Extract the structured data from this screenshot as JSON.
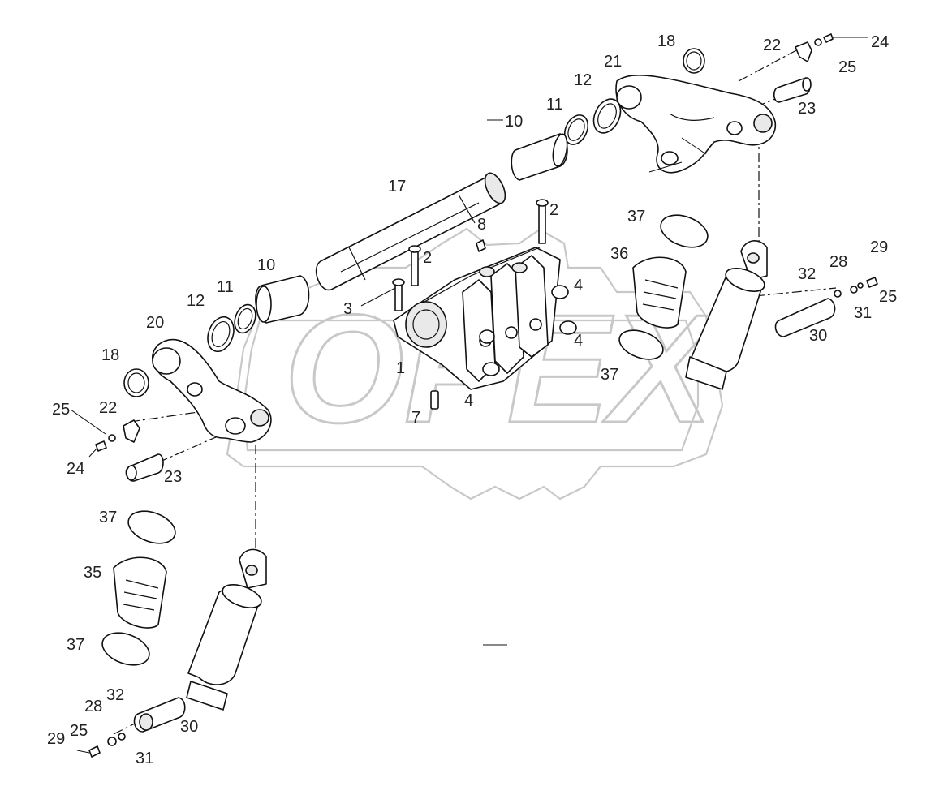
{
  "watermark": {
    "text": "OPEX"
  },
  "callouts": [
    {
      "id": "c-18-top",
      "text": "18"
    },
    {
      "id": "c-22-top",
      "text": "22"
    },
    {
      "id": "c-24-top",
      "text": "24"
    },
    {
      "id": "c-25-top",
      "text": "25"
    },
    {
      "id": "c-21",
      "text": "21"
    },
    {
      "id": "c-12-top",
      "text": "12"
    },
    {
      "id": "c-11-top",
      "text": "11"
    },
    {
      "id": "c-23-top",
      "text": "23"
    },
    {
      "id": "c-10-top",
      "text": "10"
    },
    {
      "id": "c-17",
      "text": "17"
    },
    {
      "id": "c-2-a",
      "text": "2"
    },
    {
      "id": "c-37-a",
      "text": "37"
    },
    {
      "id": "c-8",
      "text": "8"
    },
    {
      "id": "c-2-b",
      "text": "2"
    },
    {
      "id": "c-29-right",
      "text": "29"
    },
    {
      "id": "c-36",
      "text": "36"
    },
    {
      "id": "c-32-right",
      "text": "32"
    },
    {
      "id": "c-28-right",
      "text": "28"
    },
    {
      "id": "c-10-left",
      "text": "10"
    },
    {
      "id": "c-4-a",
      "text": "4"
    },
    {
      "id": "c-25-right",
      "text": "25"
    },
    {
      "id": "c-11-left",
      "text": "11"
    },
    {
      "id": "c-3",
      "text": "3"
    },
    {
      "id": "c-31-right",
      "text": "31"
    },
    {
      "id": "c-12-left",
      "text": "12"
    },
    {
      "id": "c-20",
      "text": "20"
    },
    {
      "id": "c-30-right",
      "text": "30"
    },
    {
      "id": "c-4-b",
      "text": "4"
    },
    {
      "id": "c-18-left",
      "text": "18"
    },
    {
      "id": "c-1",
      "text": "1"
    },
    {
      "id": "c-37-b",
      "text": "37"
    },
    {
      "id": "c-25-left",
      "text": "25"
    },
    {
      "id": "c-22-left",
      "text": "22"
    },
    {
      "id": "c-4-c",
      "text": "4"
    },
    {
      "id": "c-7",
      "text": "7"
    },
    {
      "id": "c-24-left",
      "text": "24"
    },
    {
      "id": "c-23-left",
      "text": "23"
    },
    {
      "id": "c-37-c",
      "text": "37"
    },
    {
      "id": "c-35",
      "text": "35"
    },
    {
      "id": "c-37-d",
      "text": "37"
    },
    {
      "id": "c-32-left",
      "text": "32"
    },
    {
      "id": "c-28-left",
      "text": "28"
    },
    {
      "id": "c-30-left",
      "text": "30"
    },
    {
      "id": "c-29-left",
      "text": "29"
    },
    {
      "id": "c-25-bottom",
      "text": "25"
    },
    {
      "id": "c-31-left",
      "text": "31"
    }
  ]
}
